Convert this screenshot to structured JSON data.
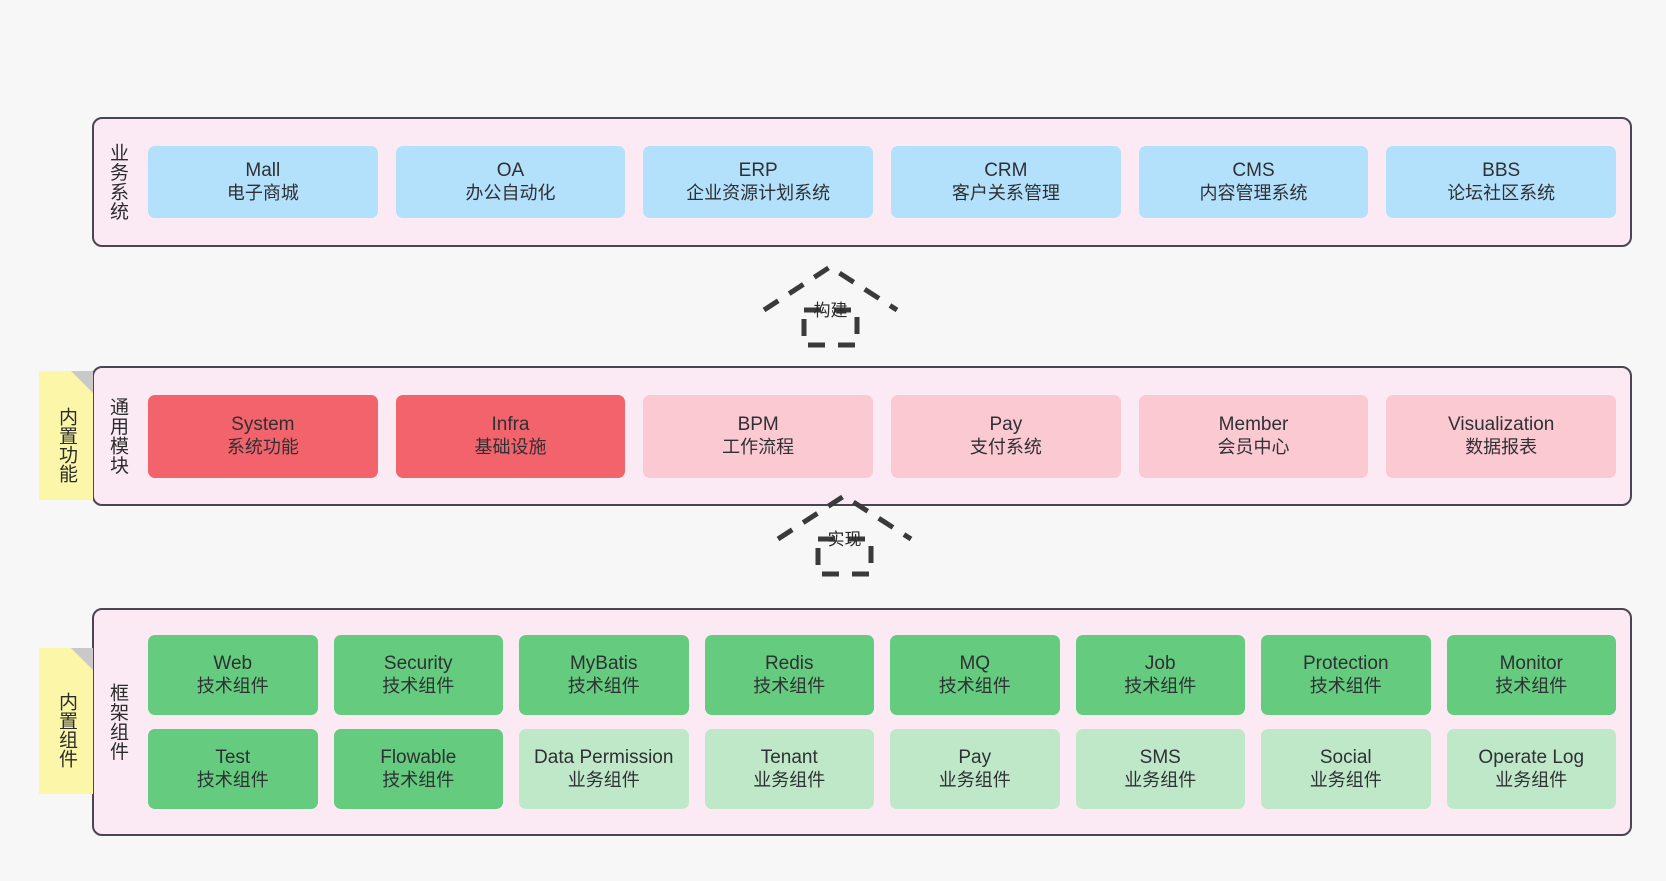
{
  "layers": [
    {
      "id": "business",
      "title": "业务系统",
      "nodes": [
        {
          "en": "Mall",
          "cn": "电子商城",
          "style": "blue"
        },
        {
          "en": "OA",
          "cn": "办公自动化",
          "style": "blue"
        },
        {
          "en": "ERP",
          "cn": "企业资源计划系统",
          "style": "blue"
        },
        {
          "en": "CRM",
          "cn": "客户关系管理",
          "style": "blue"
        },
        {
          "en": "CMS",
          "cn": "内容管理系统",
          "style": "blue"
        },
        {
          "en": "BBS",
          "cn": "论坛社区系统",
          "style": "blue"
        }
      ]
    },
    {
      "id": "module",
      "title": "通用模块",
      "note": "内置功能",
      "nodes": [
        {
          "en": "System",
          "cn": "系统功能",
          "style": "strong-red"
        },
        {
          "en": "Infra",
          "cn": "基础设施",
          "style": "strong-red"
        },
        {
          "en": "BPM",
          "cn": "工作流程",
          "style": "soft-red"
        },
        {
          "en": "Pay",
          "cn": "支付系统",
          "style": "soft-red"
        },
        {
          "en": "Member",
          "cn": "会员中心",
          "style": "soft-red"
        },
        {
          "en": "Visualization",
          "cn": "数据报表",
          "style": "soft-red"
        }
      ]
    },
    {
      "id": "framework",
      "title": "框架组件",
      "note": "内置组件",
      "rows": [
        [
          {
            "en": "Web",
            "cn": "技术组件",
            "style": "strong-green"
          },
          {
            "en": "Security",
            "cn": "技术组件",
            "style": "strong-green"
          },
          {
            "en": "MyBatis",
            "cn": "技术组件",
            "style": "strong-green"
          },
          {
            "en": "Redis",
            "cn": "技术组件",
            "style": "strong-green"
          },
          {
            "en": "MQ",
            "cn": "技术组件",
            "style": "strong-green"
          },
          {
            "en": "Job",
            "cn": "技术组件",
            "style": "strong-green"
          },
          {
            "en": "Protection",
            "cn": "技术组件",
            "style": "strong-green"
          },
          {
            "en": "Monitor",
            "cn": "技术组件",
            "style": "strong-green"
          }
        ],
        [
          {
            "en": "Test",
            "cn": "技术组件",
            "style": "strong-green"
          },
          {
            "en": "Flowable",
            "cn": "技术组件",
            "style": "strong-green"
          },
          {
            "en": "Data Permission",
            "cn": "业务组件",
            "style": "soft-green"
          },
          {
            "en": "Tenant",
            "cn": "业务组件",
            "style": "soft-green"
          },
          {
            "en": "Pay",
            "cn": "业务组件",
            "style": "soft-green"
          },
          {
            "en": "SMS",
            "cn": "业务组件",
            "style": "soft-green"
          },
          {
            "en": "Social",
            "cn": "业务组件",
            "style": "soft-green"
          },
          {
            "en": "Operate Log",
            "cn": "业务组件",
            "style": "soft-green"
          }
        ]
      ]
    }
  ],
  "arrows": [
    {
      "id": "build",
      "label": "构建"
    },
    {
      "id": "implement",
      "label": "实现"
    }
  ],
  "colors": {
    "panel_bg": "#fbeaf4",
    "panel_border": "#4a4550",
    "blue": "#b3e0fb",
    "strong_red": "#f2636b",
    "soft_red": "#fbc9d2",
    "strong_green": "#64cb7f",
    "soft_green": "#bfe8c9",
    "note_bg": "#fcf7a8",
    "note_fold": "#c9c9c9",
    "canvas_bg": "#f7f7f7"
  }
}
